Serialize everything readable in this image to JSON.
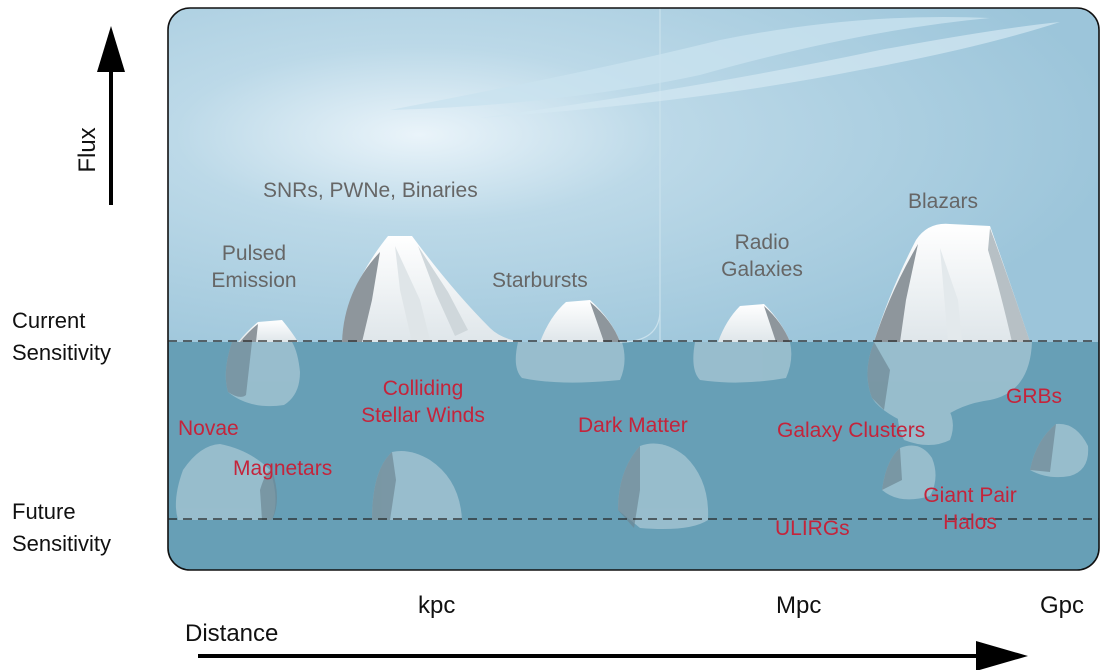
{
  "labels": {
    "flux": "Flux",
    "distance": "Distance",
    "current_sensitivity": [
      "Current",
      "Sensitivity"
    ],
    "future_sensitivity": [
      "Future",
      "Sensitivity"
    ]
  },
  "distance_ticks": [
    "kpc",
    "Mpc",
    "Gpc"
  ],
  "above_water_sources": {
    "snrs": "SNRs, PWNe, Binaries",
    "pulsed": [
      "Pulsed",
      "Emission"
    ],
    "starbursts": "Starbursts",
    "radio_galaxies": [
      "Radio",
      "Galaxies"
    ],
    "blazars": "Blazars"
  },
  "below_water_sources": {
    "colliding_winds": [
      "Colliding",
      "Stellar Winds"
    ],
    "novae": "Novae",
    "magnetars": "Magnetars",
    "dark_matter": "Dark Matter",
    "galaxy_clusters": "Galaxy Clusters",
    "grbs": "GRBs",
    "giant_pair_halos": [
      "Giant Pair",
      "Halos"
    ],
    "ulirgs": "ULIRGs"
  },
  "colors": {
    "sky": "#a9cde0",
    "water": "#679fb6",
    "above_label": "#666666",
    "below_label": "#c4243b",
    "axis": "#000000"
  }
}
